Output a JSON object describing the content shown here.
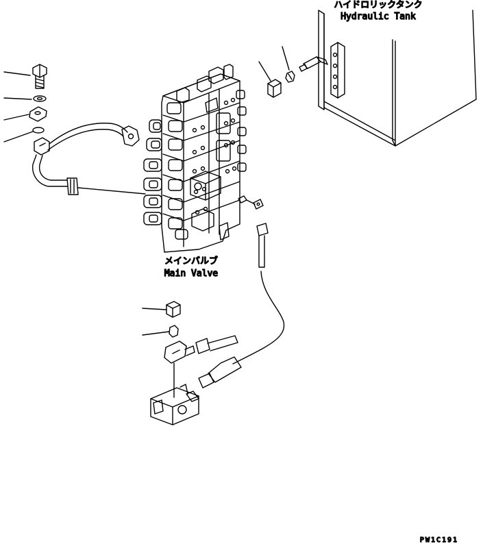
{
  "labels": {
    "tank_jp": "ハイドロリックタンク",
    "tank_en": "Hydraulic Tank",
    "valve_jp": "メインバルブ",
    "valve_en": "Main Valve",
    "drawing_code": "PW1C191"
  },
  "colors": {
    "line": "#000000",
    "paper": "#ffffff"
  }
}
